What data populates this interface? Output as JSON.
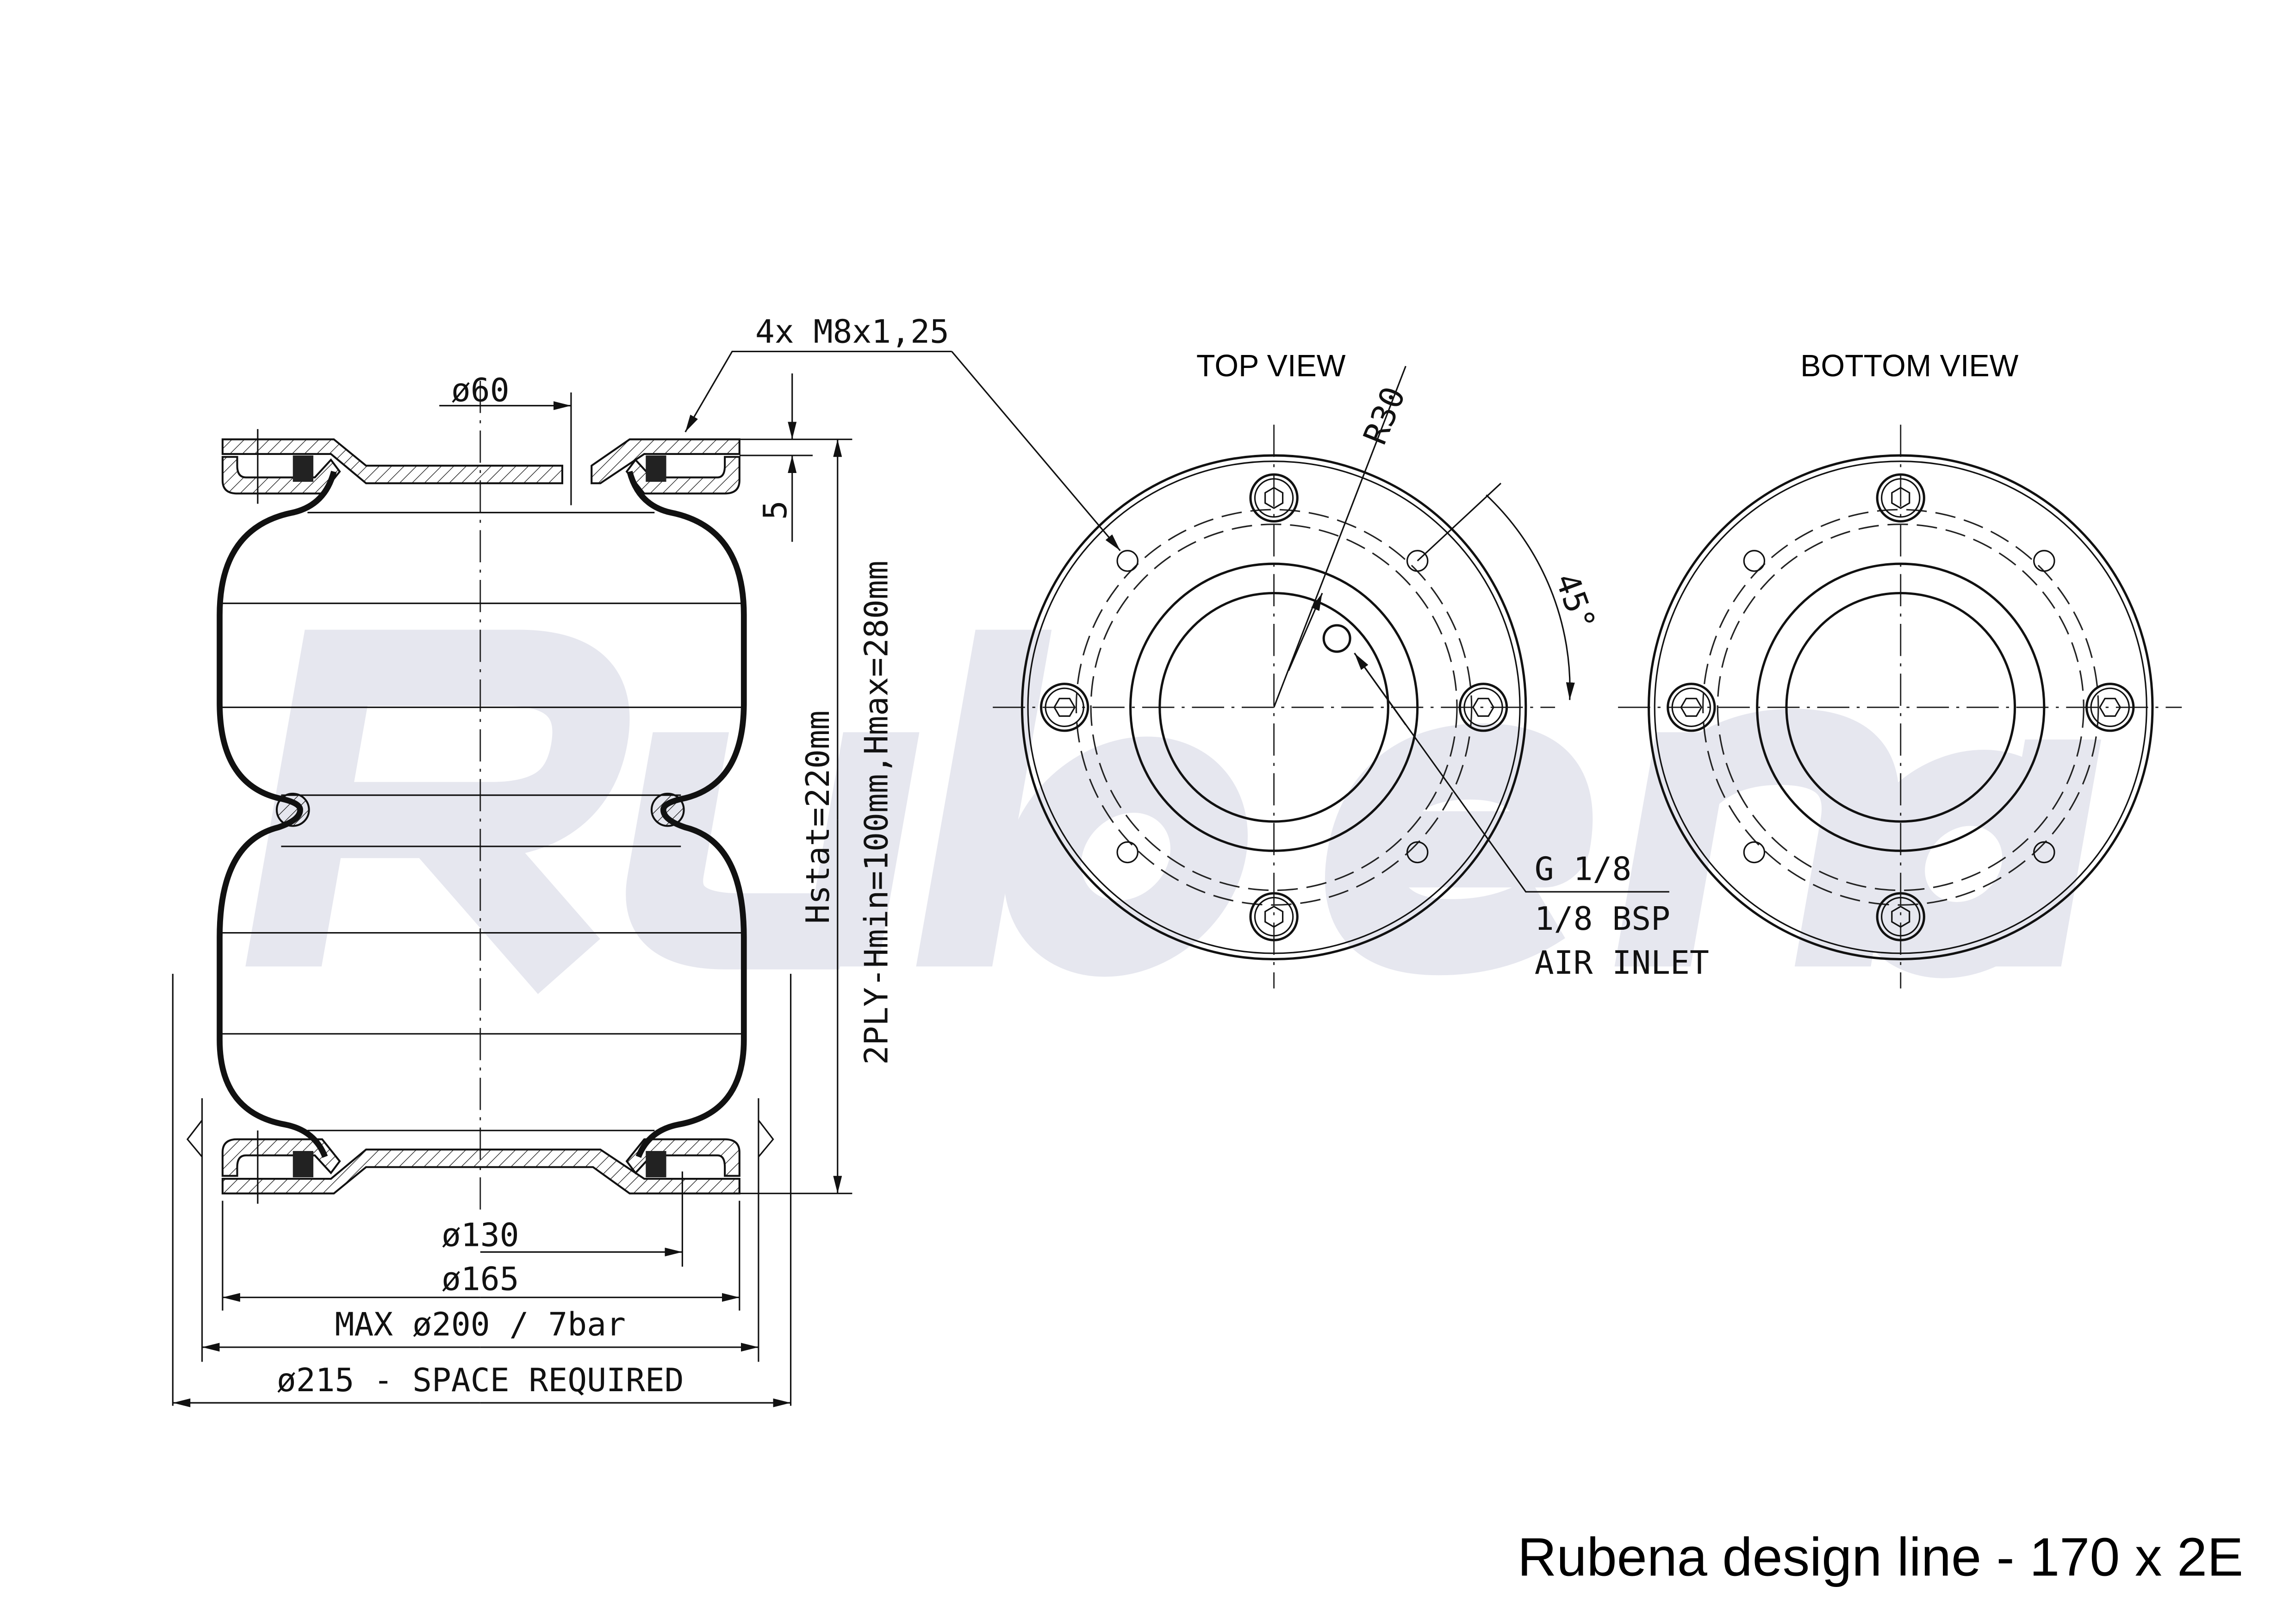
{
  "watermark": "Rubena",
  "title": "Rubena design line - 170 x 2E",
  "views": {
    "top": "TOP VIEW",
    "bottom": "BOTTOM VIEW"
  },
  "side_dims": {
    "thread": "4x M8x1,25",
    "d60": "ø60",
    "five": "5",
    "hstat": "Hstat=220mm",
    "heights": "2PLY-Hmin=100mm,Hmax=280mm",
    "d130": "ø130",
    "d165": "ø165",
    "max200": "MAX ø200 / 7bar",
    "d215": "ø215 - SPACE REQUIRED"
  },
  "top_dims": {
    "r30": "R30",
    "angle": "45°",
    "g18": "G 1/8",
    "bsp": "1/8 BSP",
    "air": "AIR INLET"
  }
}
